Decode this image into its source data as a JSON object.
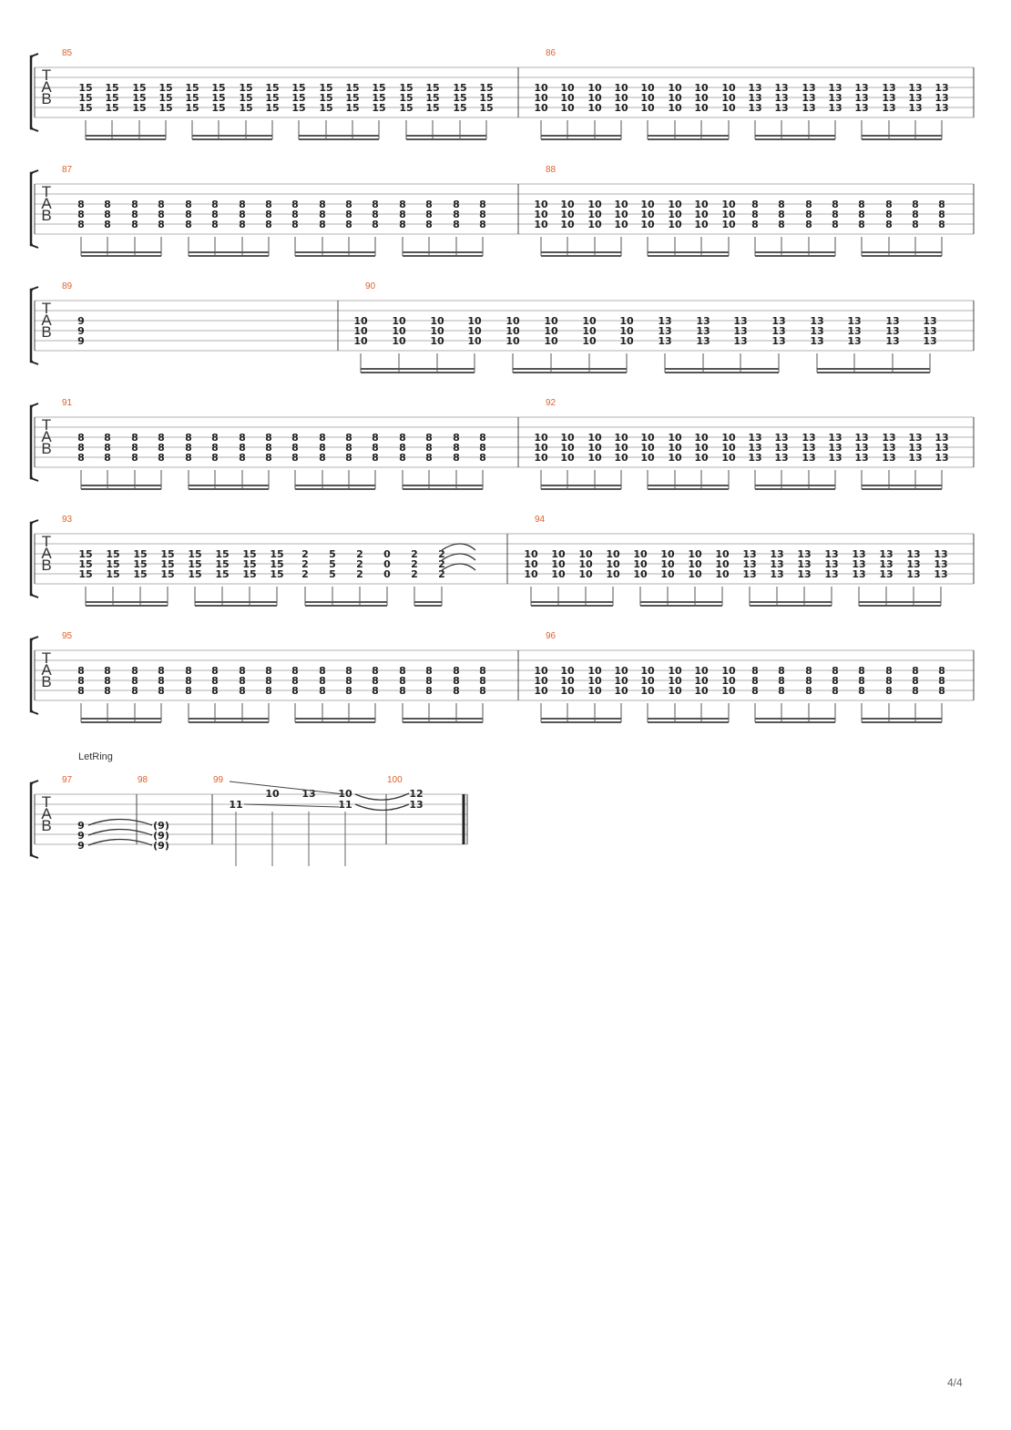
{
  "page": {
    "number_label": "4/4"
  },
  "colors": {
    "measure_number": "#e0612c",
    "staff_line": "#b0b0b0",
    "text": "#222222"
  },
  "annotations": {
    "let_ring": "LetRing"
  },
  "clef": [
    "T",
    "A",
    "B"
  ],
  "systems": [
    {
      "measures": [
        {
          "number": "85",
          "chords": [
            [
              "15",
              "15",
              "15"
            ],
            [
              "15",
              "15",
              "15"
            ],
            [
              "15",
              "15",
              "15"
            ],
            [
              "15",
              "15",
              "15"
            ],
            [
              "15",
              "15",
              "15"
            ],
            [
              "15",
              "15",
              "15"
            ],
            [
              "15",
              "15",
              "15"
            ],
            [
              "15",
              "15",
              "15"
            ],
            [
              "15",
              "15",
              "15"
            ],
            [
              "15",
              "15",
              "15"
            ],
            [
              "15",
              "15",
              "15"
            ],
            [
              "15",
              "15",
              "15"
            ],
            [
              "15",
              "15",
              "15"
            ],
            [
              "15",
              "15",
              "15"
            ],
            [
              "15",
              "15",
              "15"
            ],
            [
              "15",
              "15",
              "15"
            ]
          ]
        },
        {
          "number": "86",
          "chords": [
            [
              "10",
              "10",
              "10"
            ],
            [
              "10",
              "10",
              "10"
            ],
            [
              "10",
              "10",
              "10"
            ],
            [
              "10",
              "10",
              "10"
            ],
            [
              "10",
              "10",
              "10"
            ],
            [
              "10",
              "10",
              "10"
            ],
            [
              "10",
              "10",
              "10"
            ],
            [
              "10",
              "10",
              "10"
            ],
            [
              "13",
              "13",
              "13"
            ],
            [
              "13",
              "13",
              "13"
            ],
            [
              "13",
              "13",
              "13"
            ],
            [
              "13",
              "13",
              "13"
            ],
            [
              "13",
              "13",
              "13"
            ],
            [
              "13",
              "13",
              "13"
            ],
            [
              "13",
              "13",
              "13"
            ],
            [
              "13",
              "13",
              "13"
            ]
          ]
        }
      ]
    },
    {
      "measures": [
        {
          "number": "87",
          "chords": [
            [
              "8",
              "8",
              "8"
            ],
            [
              "8",
              "8",
              "8"
            ],
            [
              "8",
              "8",
              "8"
            ],
            [
              "8",
              "8",
              "8"
            ],
            [
              "8",
              "8",
              "8"
            ],
            [
              "8",
              "8",
              "8"
            ],
            [
              "8",
              "8",
              "8"
            ],
            [
              "8",
              "8",
              "8"
            ],
            [
              "8",
              "8",
              "8"
            ],
            [
              "8",
              "8",
              "8"
            ],
            [
              "8",
              "8",
              "8"
            ],
            [
              "8",
              "8",
              "8"
            ],
            [
              "8",
              "8",
              "8"
            ],
            [
              "8",
              "8",
              "8"
            ],
            [
              "8",
              "8",
              "8"
            ],
            [
              "8",
              "8",
              "8"
            ]
          ]
        },
        {
          "number": "88",
          "chords": [
            [
              "10",
              "10",
              "10"
            ],
            [
              "10",
              "10",
              "10"
            ],
            [
              "10",
              "10",
              "10"
            ],
            [
              "10",
              "10",
              "10"
            ],
            [
              "10",
              "10",
              "10"
            ],
            [
              "10",
              "10",
              "10"
            ],
            [
              "10",
              "10",
              "10"
            ],
            [
              "10",
              "10",
              "10"
            ],
            [
              "8",
              "8",
              "8"
            ],
            [
              "8",
              "8",
              "8"
            ],
            [
              "8",
              "8",
              "8"
            ],
            [
              "8",
              "8",
              "8"
            ],
            [
              "8",
              "8",
              "8"
            ],
            [
              "8",
              "8",
              "8"
            ],
            [
              "8",
              "8",
              "8"
            ],
            [
              "8",
              "8",
              "8"
            ]
          ]
        }
      ]
    },
    {
      "measures": [
        {
          "number": "89",
          "chords": [
            [
              "9",
              "9",
              "9"
            ]
          ]
        },
        {
          "number": "90",
          "chords": [
            [
              "10",
              "10",
              "10"
            ],
            [
              "10",
              "10",
              "10"
            ],
            [
              "10",
              "10",
              "10"
            ],
            [
              "10",
              "10",
              "10"
            ],
            [
              "10",
              "10",
              "10"
            ],
            [
              "10",
              "10",
              "10"
            ],
            [
              "10",
              "10",
              "10"
            ],
            [
              "10",
              "10",
              "10"
            ],
            [
              "13",
              "13",
              "13"
            ],
            [
              "13",
              "13",
              "13"
            ],
            [
              "13",
              "13",
              "13"
            ],
            [
              "13",
              "13",
              "13"
            ],
            [
              "13",
              "13",
              "13"
            ],
            [
              "13",
              "13",
              "13"
            ],
            [
              "13",
              "13",
              "13"
            ],
            [
              "13",
              "13",
              "13"
            ]
          ]
        }
      ]
    },
    {
      "measures": [
        {
          "number": "91",
          "chords": [
            [
              "8",
              "8",
              "8"
            ],
            [
              "8",
              "8",
              "8"
            ],
            [
              "8",
              "8",
              "8"
            ],
            [
              "8",
              "8",
              "8"
            ],
            [
              "8",
              "8",
              "8"
            ],
            [
              "8",
              "8",
              "8"
            ],
            [
              "8",
              "8",
              "8"
            ],
            [
              "8",
              "8",
              "8"
            ],
            [
              "8",
              "8",
              "8"
            ],
            [
              "8",
              "8",
              "8"
            ],
            [
              "8",
              "8",
              "8"
            ],
            [
              "8",
              "8",
              "8"
            ],
            [
              "8",
              "8",
              "8"
            ],
            [
              "8",
              "8",
              "8"
            ],
            [
              "8",
              "8",
              "8"
            ],
            [
              "8",
              "8",
              "8"
            ]
          ]
        },
        {
          "number": "92",
          "chords": [
            [
              "10",
              "10",
              "10"
            ],
            [
              "10",
              "10",
              "10"
            ],
            [
              "10",
              "10",
              "10"
            ],
            [
              "10",
              "10",
              "10"
            ],
            [
              "10",
              "10",
              "10"
            ],
            [
              "10",
              "10",
              "10"
            ],
            [
              "10",
              "10",
              "10"
            ],
            [
              "10",
              "10",
              "10"
            ],
            [
              "13",
              "13",
              "13"
            ],
            [
              "13",
              "13",
              "13"
            ],
            [
              "13",
              "13",
              "13"
            ],
            [
              "13",
              "13",
              "13"
            ],
            [
              "13",
              "13",
              "13"
            ],
            [
              "13",
              "13",
              "13"
            ],
            [
              "13",
              "13",
              "13"
            ],
            [
              "13",
              "13",
              "13"
            ]
          ]
        }
      ]
    },
    {
      "measures": [
        {
          "number": "93",
          "chords": [
            [
              "15",
              "15",
              "15"
            ],
            [
              "15",
              "15",
              "15"
            ],
            [
              "15",
              "15",
              "15"
            ],
            [
              "15",
              "15",
              "15"
            ],
            [
              "15",
              "15",
              "15"
            ],
            [
              "15",
              "15",
              "15"
            ],
            [
              "15",
              "15",
              "15"
            ],
            [
              "15",
              "15",
              "15"
            ],
            [
              "2",
              "2",
              "2"
            ],
            [
              "5",
              "5",
              "5"
            ],
            [
              "2",
              "2",
              "2"
            ],
            [
              "0",
              "0",
              "0"
            ],
            [
              "2",
              "2",
              "2"
            ],
            [
              "2",
              "2",
              "2"
            ]
          ]
        },
        {
          "number": "94",
          "chords": [
            [
              "10",
              "10",
              "10"
            ],
            [
              "10",
              "10",
              "10"
            ],
            [
              "10",
              "10",
              "10"
            ],
            [
              "10",
              "10",
              "10"
            ],
            [
              "10",
              "10",
              "10"
            ],
            [
              "10",
              "10",
              "10"
            ],
            [
              "10",
              "10",
              "10"
            ],
            [
              "10",
              "10",
              "10"
            ],
            [
              "13",
              "13",
              "13"
            ],
            [
              "13",
              "13",
              "13"
            ],
            [
              "13",
              "13",
              "13"
            ],
            [
              "13",
              "13",
              "13"
            ],
            [
              "13",
              "13",
              "13"
            ],
            [
              "13",
              "13",
              "13"
            ],
            [
              "13",
              "13",
              "13"
            ],
            [
              "13",
              "13",
              "13"
            ]
          ]
        }
      ]
    },
    {
      "measures": [
        {
          "number": "95",
          "chords": [
            [
              "8",
              "8",
              "8"
            ],
            [
              "8",
              "8",
              "8"
            ],
            [
              "8",
              "8",
              "8"
            ],
            [
              "8",
              "8",
              "8"
            ],
            [
              "8",
              "8",
              "8"
            ],
            [
              "8",
              "8",
              "8"
            ],
            [
              "8",
              "8",
              "8"
            ],
            [
              "8",
              "8",
              "8"
            ],
            [
              "8",
              "8",
              "8"
            ],
            [
              "8",
              "8",
              "8"
            ],
            [
              "8",
              "8",
              "8"
            ],
            [
              "8",
              "8",
              "8"
            ],
            [
              "8",
              "8",
              "8"
            ],
            [
              "8",
              "8",
              "8"
            ],
            [
              "8",
              "8",
              "8"
            ],
            [
              "8",
              "8",
              "8"
            ]
          ]
        },
        {
          "number": "96",
          "chords": [
            [
              "10",
              "10",
              "10"
            ],
            [
              "10",
              "10",
              "10"
            ],
            [
              "10",
              "10",
              "10"
            ],
            [
              "10",
              "10",
              "10"
            ],
            [
              "10",
              "10",
              "10"
            ],
            [
              "10",
              "10",
              "10"
            ],
            [
              "10",
              "10",
              "10"
            ],
            [
              "10",
              "10",
              "10"
            ],
            [
              "8",
              "8",
              "8"
            ],
            [
              "8",
              "8",
              "8"
            ],
            [
              "8",
              "8",
              "8"
            ],
            [
              "8",
              "8",
              "8"
            ],
            [
              "8",
              "8",
              "8"
            ],
            [
              "8",
              "8",
              "8"
            ],
            [
              "8",
              "8",
              "8"
            ],
            [
              "8",
              "8",
              "8"
            ]
          ]
        }
      ]
    },
    {
      "measures": [
        {
          "number": "97",
          "notes": [
            "9",
            "9",
            "9"
          ]
        },
        {
          "number": "98",
          "notes": [
            "(9)",
            "(9)",
            "(9)"
          ]
        },
        {
          "number": "99",
          "notes": [
            "11",
            "10",
            "13",
            "10",
            "11"
          ]
        },
        {
          "number": "100",
          "notes": [
            "12",
            "13"
          ]
        }
      ]
    }
  ]
}
